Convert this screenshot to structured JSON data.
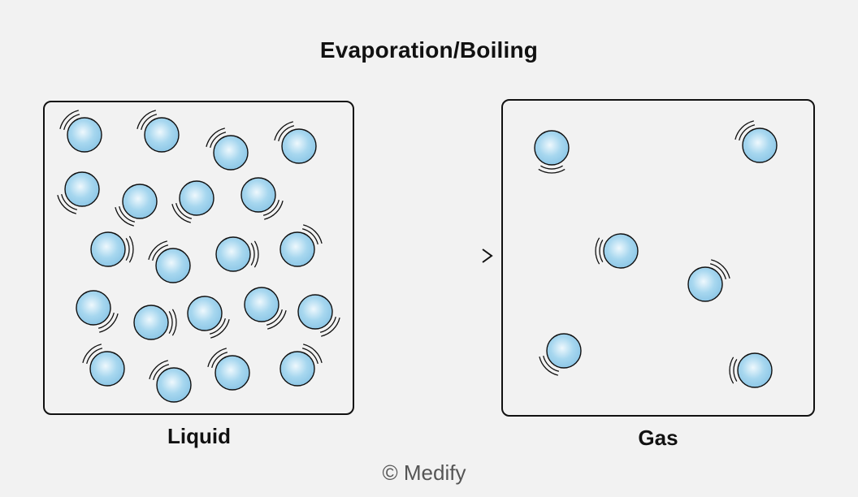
{
  "title": "Evaporation/Boiling",
  "states": {
    "liquid": {
      "label": "Liquid"
    },
    "gas": {
      "label": "Gas"
    }
  },
  "credit": "© Medify",
  "colors": {
    "background": "#f2f2f2",
    "outline": "#111111",
    "particle_fill": "#9fd3ee",
    "particle_highlight": "#e8f6fd",
    "credit_text": "#555555"
  },
  "icons": {
    "particle": "molecule-icon",
    "vibration": "vibration-arcs-icon",
    "arrow": "arrow-right-icon"
  }
}
